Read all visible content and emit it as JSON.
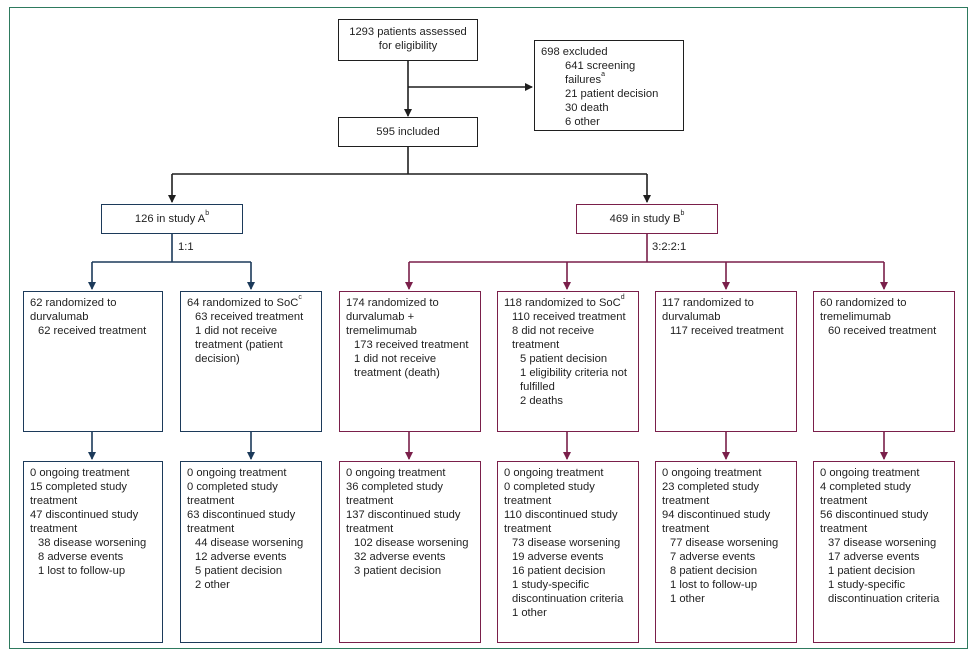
{
  "assessed": "1293 patients assessed for eligibility",
  "excluded": {
    "title": "698 excluded",
    "items": [
      {
        "text": "641 screening failures",
        "sup": "a"
      },
      {
        "text": "21 patient decision",
        "sup": ""
      },
      {
        "text": "30 death",
        "sup": ""
      },
      {
        "text": "6 other",
        "sup": ""
      }
    ]
  },
  "included": "595 included",
  "study_a": {
    "text": "126 in study A",
    "sup": "b",
    "ratio": "1:1"
  },
  "study_b": {
    "text": "469 in study B",
    "sup": "b",
    "ratio": "3:2:2:1"
  },
  "colors": {
    "frame": "#2e7a5e",
    "study_a": "#1c3a5a",
    "study_b": "#7a1f4a",
    "top": "#1f1f1f"
  },
  "arms": [
    {
      "rand": [
        {
          "t": "62 randomized to",
          "i": 0
        },
        {
          "t": "durvalumab",
          "i": 0
        },
        {
          "t": "62 received treatment",
          "i": 1
        }
      ],
      "outcome": [
        {
          "t": "0 ongoing treatment",
          "i": 0
        },
        {
          "t": "15 completed study treatment",
          "i": 0
        },
        {
          "t": "47 discontinued study treatment",
          "i": 0
        },
        {
          "t": "38 disease worsening",
          "i": 1
        },
        {
          "t": "8 adverse events",
          "i": 1
        },
        {
          "t": "1 lost to follow-up",
          "i": 1
        }
      ]
    },
    {
      "rand": [
        {
          "t": "64 randomized to SoC",
          "i": 0,
          "sup": "c"
        },
        {
          "t": "63 received treatment",
          "i": 1
        },
        {
          "t": "1 did not receive treatment (patient decision)",
          "i": 1
        }
      ],
      "outcome": [
        {
          "t": "0 ongoing treatment",
          "i": 0
        },
        {
          "t": "0 completed study treatment",
          "i": 0
        },
        {
          "t": "63 discontinued study treatment",
          "i": 0
        },
        {
          "t": "44 disease worsening",
          "i": 1
        },
        {
          "t": "12 adverse events",
          "i": 1
        },
        {
          "t": "5 patient decision",
          "i": 1
        },
        {
          "t": "2 other",
          "i": 1
        }
      ]
    },
    {
      "rand": [
        {
          "t": "174 randomized to durvalumab + tremelimumab",
          "i": 0
        },
        {
          "t": "173 received treatment",
          "i": 1
        },
        {
          "t": "1 did not receive treatment (death)",
          "i": 1
        }
      ],
      "outcome": [
        {
          "t": "0 ongoing treatment",
          "i": 0
        },
        {
          "t": "36 completed study treatment",
          "i": 0
        },
        {
          "t": "137 discontinued study treatment",
          "i": 0
        },
        {
          "t": "102 disease worsening",
          "i": 1
        },
        {
          "t": "32 adverse events",
          "i": 1
        },
        {
          "t": "3 patient decision",
          "i": 1
        }
      ]
    },
    {
      "rand": [
        {
          "t": "118 randomized to SoC",
          "i": 0,
          "sup": "d"
        },
        {
          "t": "110 received treatment",
          "i": 1
        },
        {
          "t": "8 did not receive treatment",
          "i": 1
        },
        {
          "t": "5 patient decision",
          "i": 2
        },
        {
          "t": "1 eligibility criteria not fulfilled",
          "i": 2
        },
        {
          "t": "2 deaths",
          "i": 2
        }
      ],
      "outcome": [
        {
          "t": "0 ongoing treatment",
          "i": 0
        },
        {
          "t": "0 completed study treatment",
          "i": 0
        },
        {
          "t": "110 discontinued study treatment",
          "i": 0
        },
        {
          "t": "73 disease worsening",
          "i": 1
        },
        {
          "t": "19 adverse events",
          "i": 1
        },
        {
          "t": "16 patient decision",
          "i": 1
        },
        {
          "t": "1 study-specific discontinuation criteria",
          "i": 1
        },
        {
          "t": "1 other",
          "i": 1
        }
      ]
    },
    {
      "rand": [
        {
          "t": "117 randomized to durvalumab",
          "i": 0
        },
        {
          "t": "117 received treatment",
          "i": 1
        }
      ],
      "outcome": [
        {
          "t": "0 ongoing treatment",
          "i": 0
        },
        {
          "t": "23 completed study treatment",
          "i": 0
        },
        {
          "t": "94 discontinued study treatment",
          "i": 0
        },
        {
          "t": "77 disease worsening",
          "i": 1
        },
        {
          "t": "7 adverse events",
          "i": 1
        },
        {
          "t": "8 patient decision",
          "i": 1
        },
        {
          "t": "1 lost to follow-up",
          "i": 1
        },
        {
          "t": "1 other",
          "i": 1
        }
      ]
    },
    {
      "rand": [
        {
          "t": "60 randomized to tremelimumab",
          "i": 0
        },
        {
          "t": "60 received treatment",
          "i": 1
        }
      ],
      "outcome": [
        {
          "t": "0 ongoing treatment",
          "i": 0
        },
        {
          "t": "4 completed study treatment",
          "i": 0
        },
        {
          "t": "56 discontinued study treatment",
          "i": 0
        },
        {
          "t": "37 disease worsening",
          "i": 1
        },
        {
          "t": "17 adverse events",
          "i": 1
        },
        {
          "t": "1 patient decision",
          "i": 1
        },
        {
          "t": "1 study-specific discontinuation criteria",
          "i": 1
        }
      ]
    }
  ]
}
